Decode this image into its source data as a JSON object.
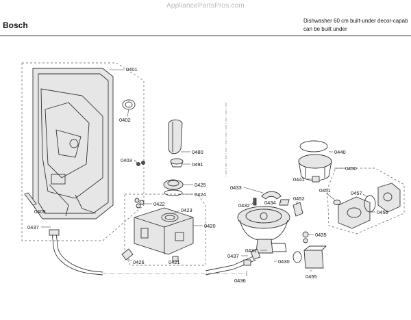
{
  "header": {
    "watermark": "AppliancePartsPros.com",
    "brand": "Bosch",
    "description_line1": "Dishwasher 60 cm built-under decor-capab",
    "description_line2": "can be built under"
  },
  "parts": {
    "p0401": "0401",
    "p0402": "0402",
    "p0403": "0403",
    "p0405": "0405",
    "p0437a": "0437",
    "p0480": "0480",
    "p0491": "0491",
    "p0425": "0425",
    "p0424": "0424",
    "p0422": "0422",
    "p0423": "0423",
    "p0420": "0420",
    "p0426": "0426",
    "p0421": "0421",
    "p0433": "0433",
    "p0432": "0432",
    "p0434": "0434",
    "p0452": "0452",
    "p0440": "0440",
    "p0441": "0441",
    "p0450": "0450",
    "p0451": "0451",
    "p0457": "0457",
    "p0456": "0456",
    "p0435": "0435",
    "p0431": "0431",
    "p0437b": "0437",
    "p0430": "0430",
    "p0436": "0436",
    "p0455": "0455"
  }
}
